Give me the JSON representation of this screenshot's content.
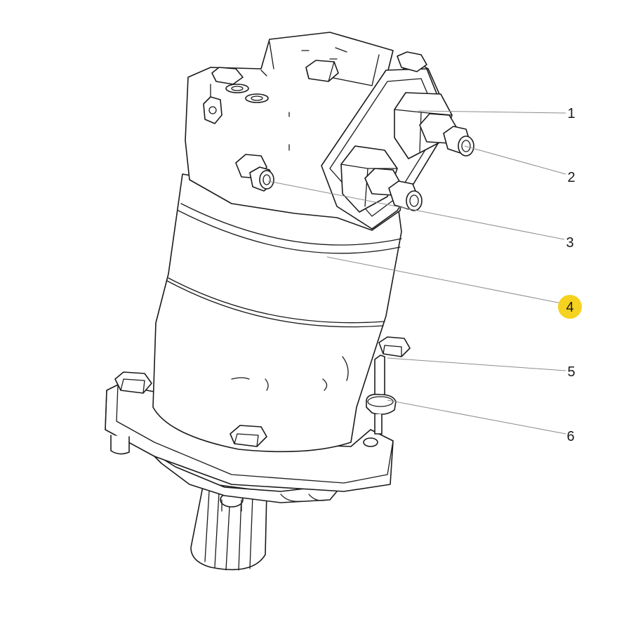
{
  "diagram": {
    "callouts": [
      {
        "id": "1",
        "label": "1",
        "highlighted": false
      },
      {
        "id": "2",
        "label": "2",
        "highlighted": false
      },
      {
        "id": "3",
        "label": "3",
        "highlighted": false
      },
      {
        "id": "4",
        "label": "4",
        "highlighted": true
      },
      {
        "id": "5",
        "label": "5",
        "highlighted": false
      },
      {
        "id": "6",
        "label": "6",
        "highlighted": false
      }
    ],
    "colors": {
      "line": "#1a1a1a",
      "leader": "#8c8c8c",
      "highlight": "#f5d21f",
      "background": "#ffffff"
    }
  }
}
